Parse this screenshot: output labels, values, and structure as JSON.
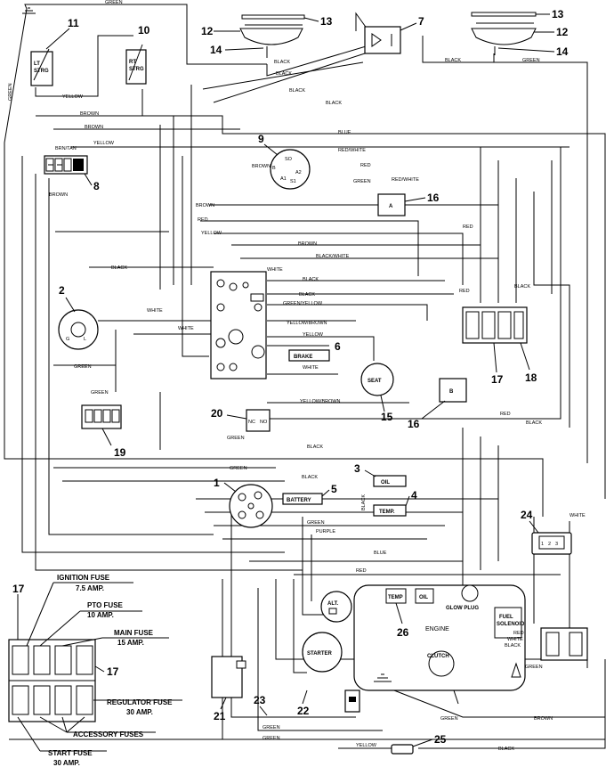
{
  "wire_colors": {
    "green": "GREEN",
    "black": "BLACK",
    "brown": "BROWN",
    "yellow": "YELLOW",
    "blue": "BLUE",
    "red": "RED",
    "red_white": "RED/WHITE",
    "white": "WHITE",
    "purple": "PURPLE",
    "black_white": "BLACK/WHITE",
    "green_yellow": "GREEN/YELLOW",
    "yellow_brown": "YELLOW/BROWN",
    "brn_tan": "BRN/TAN"
  },
  "components": {
    "lt_strg": [
      "LT",
      "STRG"
    ],
    "rt_strg": [
      "RT",
      "STRG"
    ],
    "brake": "BRAKE",
    "seat": "SEAT",
    "battery": "BATTERY",
    "oil": "OIL",
    "temp": "TEMP.",
    "alt": "ALT.",
    "starter": "STARTER",
    "engine": "ENGINE",
    "engine_temp": "TEMP",
    "engine_oil": "OIL",
    "glow_plug": "GLOW PLUG",
    "fuel_solenoid": [
      "FUEL",
      "SOLENOID"
    ],
    "clutch": "CLUTCH",
    "relay_a": "A",
    "relay_b": "B",
    "nc": "NC",
    "no": "NO"
  },
  "callouts": {
    "n1": "1",
    "n2": "2",
    "n3": "3",
    "n4": "4",
    "n5": "5",
    "n6": "6",
    "n7": "7",
    "n8": "8",
    "n9": "9",
    "n10": "10",
    "n11": "11",
    "n12a": "12",
    "n12b": "12",
    "n13a": "13",
    "n13b": "13",
    "n14a": "14",
    "n14b": "14",
    "n15": "15",
    "n16a": "16",
    "n16b": "16",
    "n17a": "17",
    "n17b": "17",
    "n17c": "17",
    "n18": "18",
    "n19": "19",
    "n20": "20",
    "n21": "21",
    "n22": "22",
    "n23": "23",
    "n24": "24",
    "n25": "25",
    "n26": "26"
  },
  "fuse_legend": {
    "ignition": [
      "IGNITION FUSE",
      "7.5 AMP."
    ],
    "pto": [
      "PTO FUSE",
      "10 AMP."
    ],
    "main": [
      "MAIN FUSE",
      "15 AMP."
    ],
    "regulator": [
      "REGULATOR FUSE",
      "30 AMP."
    ],
    "accessory": "ACCESSORY FUSES",
    "start": [
      "START FUSE",
      "30 AMP."
    ]
  }
}
